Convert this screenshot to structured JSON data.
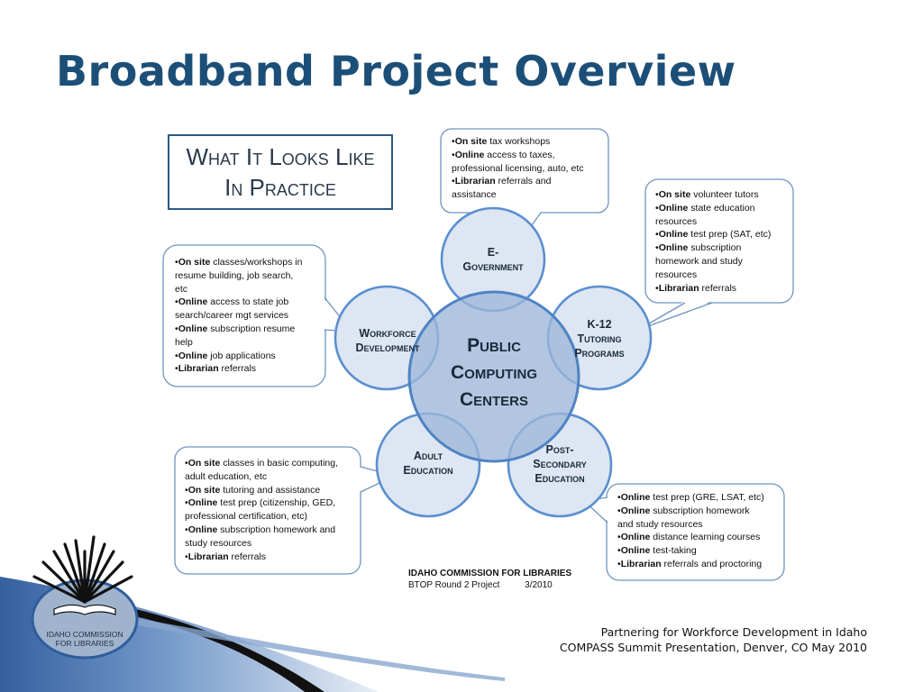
{
  "title": "Broadband Project Overview",
  "practice_box": {
    "line1": "What It Looks Like",
    "line2": "In Practice"
  },
  "center": {
    "line1": "Public",
    "line2": "Computing",
    "line3": "Centers"
  },
  "nodes": {
    "egov": {
      "line1": "E-",
      "line2": "Government"
    },
    "k12": {
      "line1": "K-12",
      "line2": "Tutoring",
      "line3": "Programs"
    },
    "postsec": {
      "line1": "Post-",
      "line2": "Secondary",
      "line3": "Education"
    },
    "adult": {
      "line1": "Adult",
      "line2": "Education"
    },
    "workforce": {
      "line1": "Workforce",
      "line2": "Development"
    }
  },
  "callouts": {
    "egov": [
      {
        "bold": "On site",
        "text": " tax workshops"
      },
      {
        "bold": "Online",
        "text": " access to taxes,"
      },
      {
        "bold": "",
        "text": "professional licensing, auto, etc"
      },
      {
        "bold": "Librarian",
        "text": " referrals and"
      },
      {
        "bold": "",
        "text": "assistance"
      }
    ],
    "k12": [
      {
        "bold": "On site",
        "text": " volunteer tutors"
      },
      {
        "bold": "Online",
        "text": " state education"
      },
      {
        "bold": "",
        "text": "resources"
      },
      {
        "bold": "Online",
        "text": " test prep (SAT, etc)"
      },
      {
        "bold": "Online",
        "text": " subscription"
      },
      {
        "bold": "",
        "text": "homework and study"
      },
      {
        "bold": "",
        "text": "resources"
      },
      {
        "bold": "Librarian",
        "text": " referrals"
      }
    ],
    "workforce": [
      {
        "bold": "On site",
        "text": " classes/workshops in"
      },
      {
        "bold": "",
        "text": "resume building, job search,"
      },
      {
        "bold": "",
        "text": "etc"
      },
      {
        "bold": "Online",
        "text": " access to state job"
      },
      {
        "bold": "",
        "text": "search/career mgt services"
      },
      {
        "bold": "Online",
        "text": " subscription resume"
      },
      {
        "bold": "",
        "text": "help"
      },
      {
        "bold": "Online",
        "text": " job applications"
      },
      {
        "bold": "Librarian",
        "text": " referrals"
      }
    ],
    "adult": [
      {
        "bold": "On site",
        "text": " classes in basic computing,"
      },
      {
        "bold": "",
        "text": "adult education, etc"
      },
      {
        "bold": "On site",
        "text": " tutoring and assistance"
      },
      {
        "bold": "Online",
        "text": " test prep (citizenship, GED,"
      },
      {
        "bold": "",
        "text": "professional certification, etc)"
      },
      {
        "bold": "Online",
        "text": " subscription homework and"
      },
      {
        "bold": "",
        "text": "study resources"
      },
      {
        "bold": "Librarian",
        "text": " referrals"
      }
    ],
    "postsec": [
      {
        "bold": "Online",
        "text": " test prep (GRE, LSAT, etc)"
      },
      {
        "bold": "Online",
        "text": " subscription homework"
      },
      {
        "bold": "",
        "text": "and study resources"
      },
      {
        "bold": "Online",
        "text": " distance learning courses"
      },
      {
        "bold": "Online",
        "text": " test-taking"
      },
      {
        "bold": "Librarian",
        "text": " referrals and proctoring"
      }
    ]
  },
  "footer_credit": {
    "line1": "IDAHO COMMISSION FOR LIBRARIES",
    "line2": "BTOP Round 2 Project          3/2010"
  },
  "footer_caption": {
    "line1": "Partnering for Workforce Development in Idaho",
    "line2": "COMPASS Summit Presentation, Denver, CO May 2010"
  },
  "logo": {
    "line1": "IDAHO COMMISSION",
    "line2": "FOR LIBRARIES"
  },
  "colors": {
    "title": "#1c4f78",
    "node_fill": "#dde6f2",
    "node_stroke": "#5b8fd0",
    "center_fill": "#9cb6d9",
    "callout_stroke": "#6f93bf",
    "band_blue": "#2f5d9c"
  }
}
